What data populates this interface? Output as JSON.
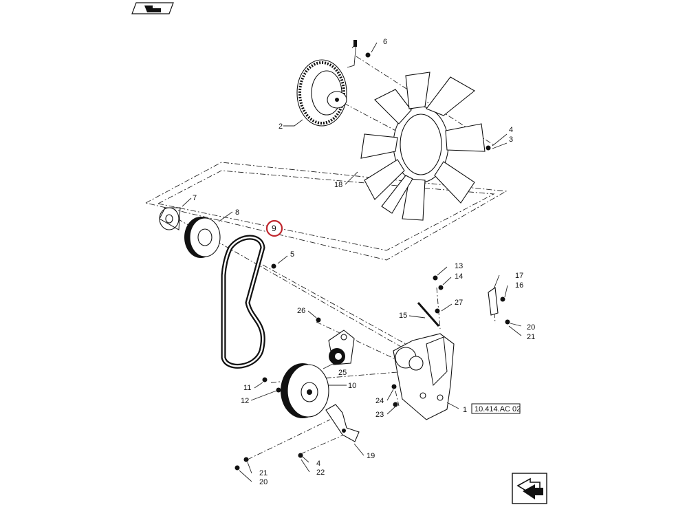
{
  "callouts": [
    {
      "id": "c1",
      "text": "1"
    },
    {
      "id": "c2",
      "text": "2"
    },
    {
      "id": "c3",
      "text": "3"
    },
    {
      "id": "c4a",
      "text": "4"
    },
    {
      "id": "c4b",
      "text": "4"
    },
    {
      "id": "c5",
      "text": "5"
    },
    {
      "id": "c6",
      "text": "6"
    },
    {
      "id": "c7",
      "text": "7"
    },
    {
      "id": "c8",
      "text": "8"
    },
    {
      "id": "c9",
      "text": "9"
    },
    {
      "id": "c10",
      "text": "10"
    },
    {
      "id": "c11",
      "text": "11"
    },
    {
      "id": "c12",
      "text": "12"
    },
    {
      "id": "c13",
      "text": "13"
    },
    {
      "id": "c14",
      "text": "14"
    },
    {
      "id": "c15",
      "text": "15"
    },
    {
      "id": "c16",
      "text": "16"
    },
    {
      "id": "c17",
      "text": "17"
    },
    {
      "id": "c18",
      "text": "18"
    },
    {
      "id": "c19",
      "text": "19"
    },
    {
      "id": "c20a",
      "text": "20"
    },
    {
      "id": "c20b",
      "text": "20"
    },
    {
      "id": "c21a",
      "text": "21"
    },
    {
      "id": "c21b",
      "text": "21"
    },
    {
      "id": "c22",
      "text": "22"
    },
    {
      "id": "c23",
      "text": "23"
    },
    {
      "id": "c24",
      "text": "24"
    },
    {
      "id": "c25",
      "text": "25"
    },
    {
      "id": "c26",
      "text": "26"
    },
    {
      "id": "c27",
      "text": "27"
    }
  ],
  "reference_box": "10.414.AC 02",
  "highlight": {
    "text": "9",
    "color": "#c0262d"
  },
  "nav": {
    "prev_icon": "back-arrow-icon",
    "next_icon": "forward-arrow-icon"
  }
}
